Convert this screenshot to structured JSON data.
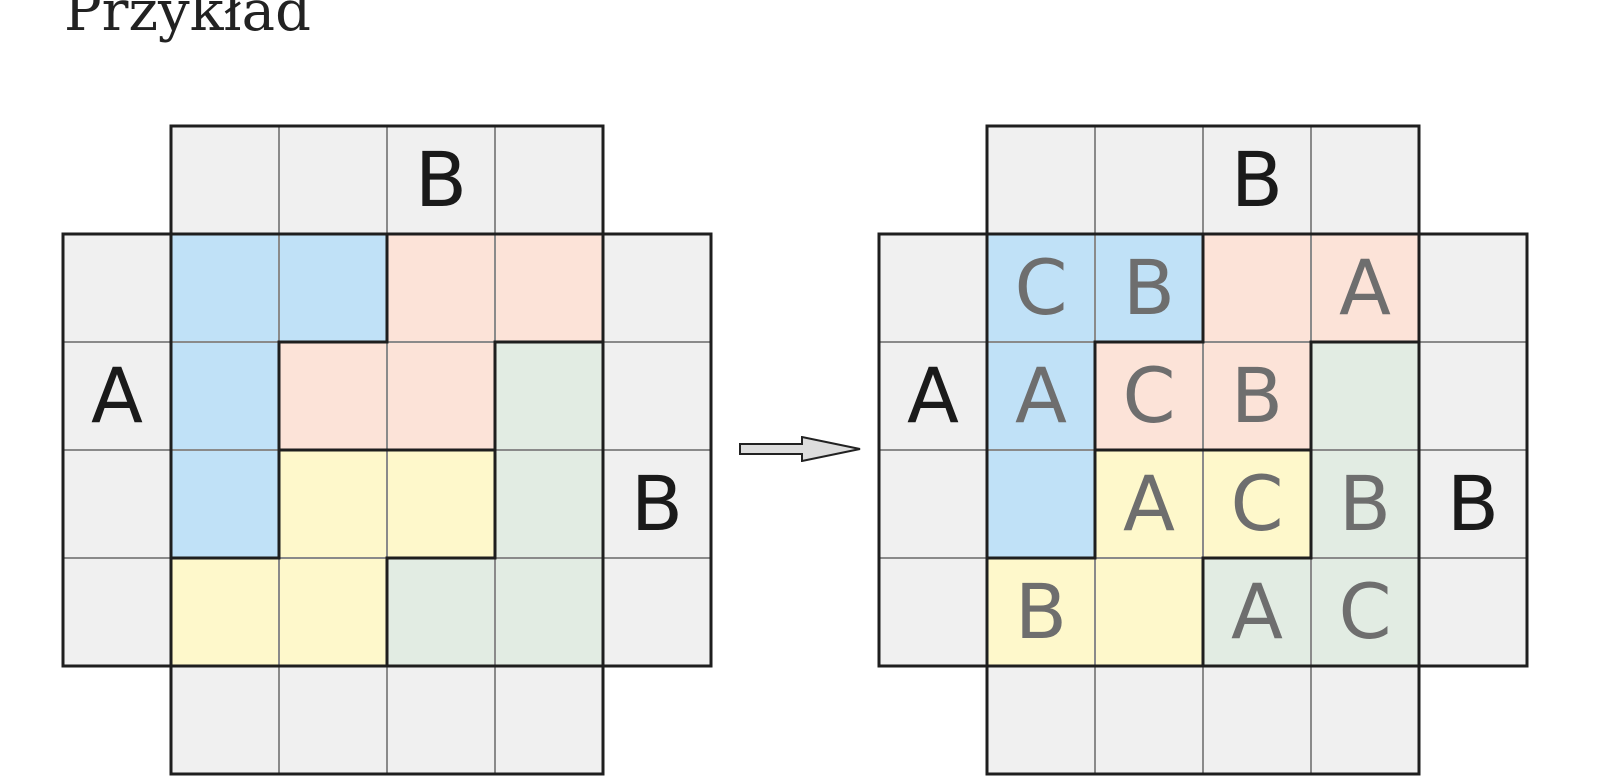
{
  "title": "Przykład",
  "colors": {
    "blue": "#c0e1f7",
    "pink": "#fce3d8",
    "yellow": "#fef8cb",
    "green": "#e2ece3",
    "clue_bg": "#f0f0f0",
    "thin_line": "#8a8a8a",
    "thick_line": "#1e1e1e"
  },
  "puzzles": [
    {
      "id": "before",
      "regions": [
        [
          "blue",
          "blue",
          "pink",
          "pink"
        ],
        [
          "blue",
          "pink",
          "pink",
          "green"
        ],
        [
          "blue",
          "yellow",
          "yellow",
          "green"
        ],
        [
          "yellow",
          "yellow",
          "green",
          "green"
        ]
      ],
      "letters": [
        [
          "",
          "",
          "",
          ""
        ],
        [
          "",
          "",
          "",
          ""
        ],
        [
          "",
          "",
          "",
          ""
        ],
        [
          "",
          "",
          "",
          ""
        ]
      ],
      "clues": {
        "top": [
          "",
          "",
          "B",
          ""
        ],
        "bottom": [
          "",
          "",
          "",
          ""
        ],
        "left": [
          "",
          "A",
          "",
          ""
        ],
        "right": [
          "",
          "",
          "B",
          ""
        ]
      }
    },
    {
      "id": "after",
      "regions": [
        [
          "blue",
          "blue",
          "pink",
          "pink"
        ],
        [
          "blue",
          "pink",
          "pink",
          "green"
        ],
        [
          "blue",
          "yellow",
          "yellow",
          "green"
        ],
        [
          "yellow",
          "yellow",
          "green",
          "green"
        ]
      ],
      "letters": [
        [
          "C",
          "B",
          "",
          "A"
        ],
        [
          "A",
          "C",
          "B",
          ""
        ],
        [
          "",
          "A",
          "C",
          "B"
        ],
        [
          "B",
          "",
          "A",
          "C"
        ]
      ],
      "clues": {
        "top": [
          "",
          "",
          "B",
          ""
        ],
        "bottom": [
          "",
          "",
          "",
          ""
        ],
        "left": [
          "",
          "A",
          "",
          ""
        ],
        "right": [
          "",
          "",
          "B",
          ""
        ]
      }
    }
  ],
  "arrow": {
    "icon": "right-arrow-icon"
  }
}
